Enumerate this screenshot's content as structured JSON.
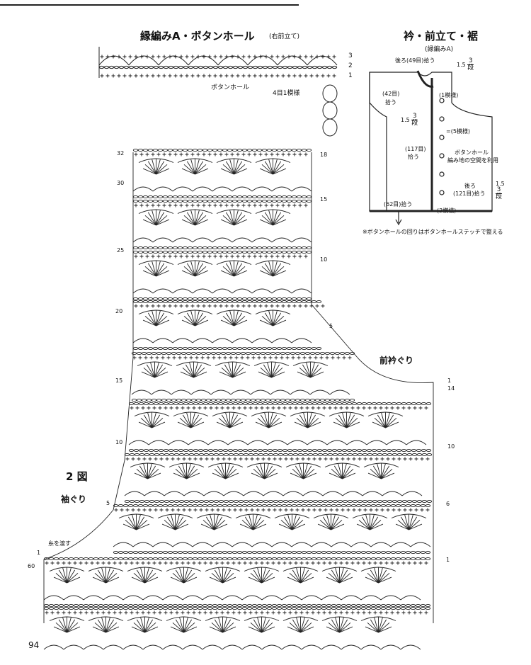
{
  "section_a": {
    "title": "縁編みA・ボタンホール",
    "subtitle": "(右前立て)",
    "label_buttonhole": "ボタンホール",
    "label_repeat": "4目1模様",
    "row_numbers": [
      "3",
      "2",
      "1"
    ]
  },
  "section_b": {
    "title": "衿・前立て・裾",
    "subtitle": "(縁編みA)",
    "back_top": "後ろ(49目)拾う",
    "neck_right": "1.5",
    "neck_right_frac_top": "3",
    "neck_right_frac_bottom": "段",
    "pick_42": "(42目)",
    "pick_42_b": "拾う",
    "one_repeat": "(1模様)",
    "mid_height": "1.5",
    "mid_frac_top": "3",
    "mid_frac_bottom": "段",
    "five_repeat": "=(5模様)",
    "pick_117": "(117目)",
    "pick_117_b": "拾う",
    "buttonhole": "ボタンホール",
    "buttonhole_note": "編み地の空間を利用",
    "back_121": "後ろ",
    "back_121_b": "(121目)拾う",
    "right_height": "1.5",
    "right_frac_top": "3",
    "right_frac_bottom": "段",
    "pick_62": "(62目)拾う",
    "three_repeat": "(3模様)",
    "note": "※ボタンホールの回りはボタンホールステッチで整える"
  },
  "main_chart": {
    "title_front_neck": "前衿ぐり",
    "title_fig": "2 図",
    "title_armhole": "袖ぐり",
    "thread_note": "糸を渡す",
    "left_rows": [
      "32",
      "30",
      "25",
      "20",
      "15",
      "10",
      "5",
      "1",
      "60"
    ],
    "right_rows_upper": [
      "18",
      "15",
      "10",
      "5"
    ],
    "right_rows_lower": [
      "1",
      "14",
      "10",
      "6",
      "1"
    ]
  },
  "page_number": "94"
}
